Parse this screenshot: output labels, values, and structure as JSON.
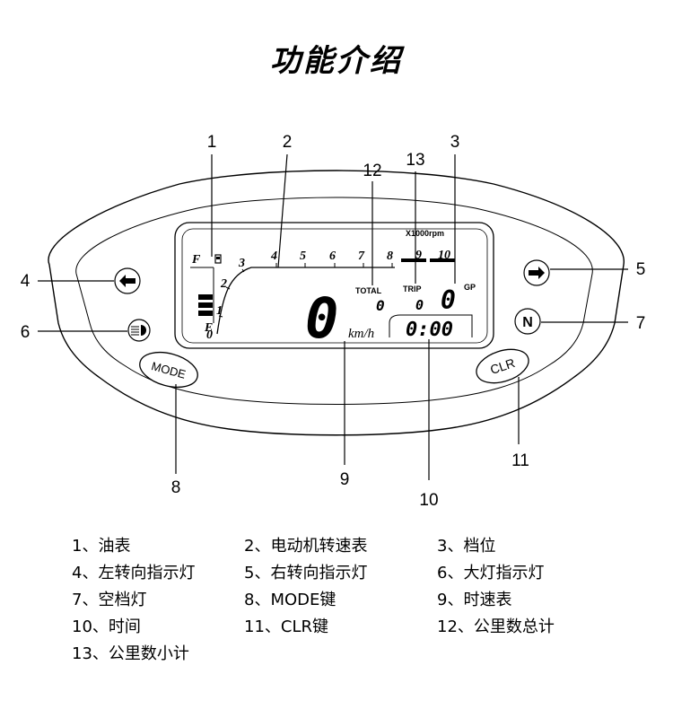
{
  "title": "功能介绍",
  "callouts": {
    "c1": "1",
    "c2": "2",
    "c3": "3",
    "c4": "4",
    "c5": "5",
    "c6": "6",
    "c7": "7",
    "c8": "8",
    "c9": "9",
    "c10": "10",
    "c11": "11",
    "c12": "12",
    "c13": "13"
  },
  "display": {
    "rpm_unit": "X1000rpm",
    "fuel_full": "F",
    "fuel_empty": "E",
    "rpm_ticks": [
      "0",
      "1",
      "2",
      "3",
      "4",
      "5",
      "6",
      "7",
      "8",
      "9",
      "10"
    ],
    "total_label": "TOTAL",
    "total_value": "0",
    "trip_label": "TRIP",
    "trip_value": "0",
    "gear_value": "0",
    "gear_label": "GP",
    "speed_value": "0",
    "speed_unit": "km/h",
    "clock": "0:00",
    "neutral": "N",
    "mode_button": "MODE",
    "clr_button": "CLR"
  },
  "legend": [
    [
      "1、油表",
      "2、电动机转速表",
      "3、档位"
    ],
    [
      "4、左转向指示灯",
      "5、右转向指示灯",
      "6、大灯指示灯"
    ],
    [
      "7、空档灯",
      "8、MODE键",
      "9、时速表"
    ],
    [
      "10、时间",
      "11、CLR键",
      "12、公里数总计"
    ],
    [
      "13、公里数小计"
    ]
  ]
}
